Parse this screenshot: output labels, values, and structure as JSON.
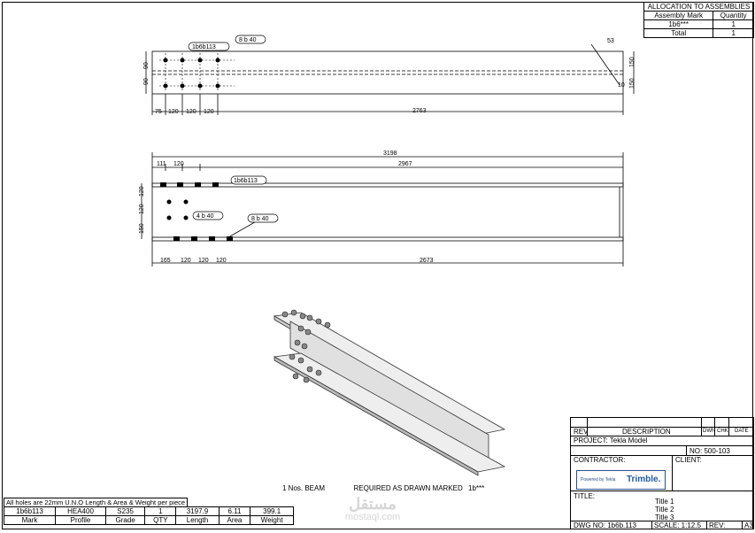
{
  "allocation": {
    "title": "ALLOCATION TO ASSEMBLIES",
    "headers": [
      "Assembly Mark",
      "Quantity"
    ],
    "rows": [
      [
        "1b6***",
        "1"
      ],
      [
        "Total",
        "1"
      ]
    ]
  },
  "top_view": {
    "tags": [
      "1b6b113",
      "8 b 40"
    ],
    "overall_dims": [
      "75",
      "120",
      "120",
      "120",
      "2763"
    ],
    "left_dims": [
      "90",
      "90"
    ],
    "right_dims": [
      "150",
      "150"
    ],
    "end_dims": [
      "53",
      "10"
    ]
  },
  "side_view": {
    "overall": "3198",
    "top_dims": [
      "111",
      "120",
      "2967"
    ],
    "tags": [
      "1b6b113",
      "4 b 40",
      "8 b 40"
    ],
    "left_dims": [
      "120",
      "120",
      "150"
    ],
    "bottom_dims": [
      "165",
      "120",
      "120",
      "120",
      "2673"
    ]
  },
  "beam_caption": {
    "qty": "1 Nos. BEAM",
    "required": "REQUIRED AS DRAWN MARKED",
    "mark": "1b***"
  },
  "watermark": {
    "arabic": "مستقل",
    "latin": "mostaql.com"
  },
  "parts": {
    "note": "All holes are 22mm U.N.O   Length & Area & Weight per piece",
    "row": [
      "1b6b113",
      "HEA400",
      "S235",
      "1",
      "3197.9",
      "6.11",
      "399.1"
    ],
    "headers": [
      "Mark",
      "Profile",
      "Grade",
      "QTY",
      "Length",
      "Area",
      "Weight"
    ]
  },
  "title_block": {
    "rev_headers": [
      "REV",
      "DESCRIPTION",
      "DWN",
      "CHK",
      "DATE"
    ],
    "project": "PROJECT:  Tekla Model",
    "no": "NO: 500-103",
    "contractor": "CONTRACTOR:",
    "client": "CLIENT:",
    "logo_small": "Powered by Tekla",
    "logo_brand": "Trimble.",
    "title_label": "TITLE:",
    "titles": [
      "Title 1",
      "Title 2",
      "Title 3"
    ],
    "dwg_no": "DWG NO:  1b6b.113",
    "scale": "SCALE: 1:12.5",
    "rev": "REV:",
    "size": "A3"
  }
}
